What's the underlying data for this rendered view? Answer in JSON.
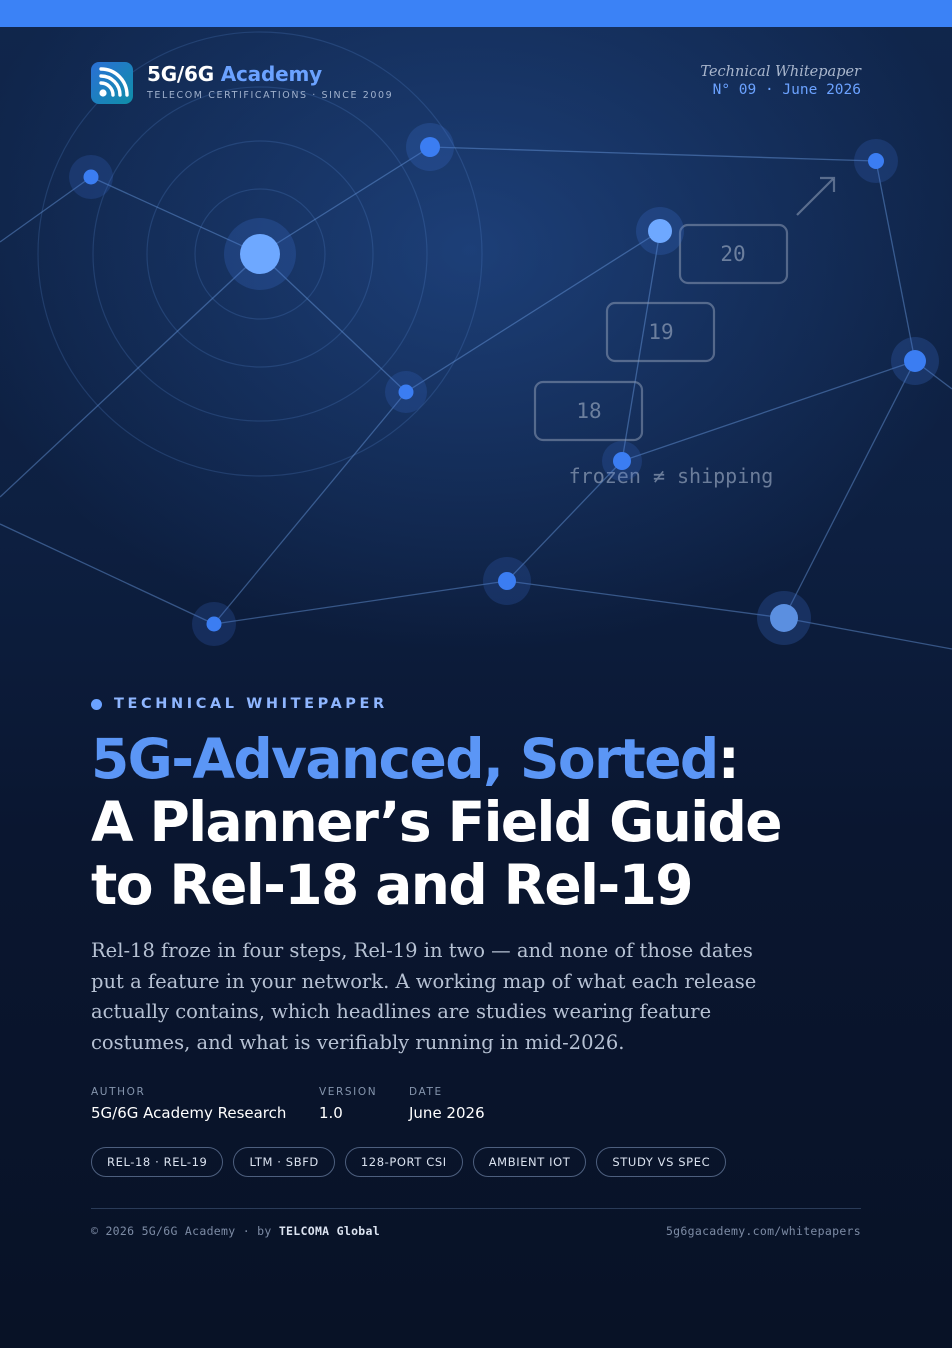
{
  "brand": {
    "name_main": "5G/6G ",
    "name_accent": "Academy",
    "tagline": "TELECOM CERTIFICATIONS · SINCE 2009",
    "logo_icon": "wifi-signal-icon"
  },
  "issue": {
    "kind": "Technical Whitepaper",
    "number": "N° 09 · June 2026"
  },
  "graphic": {
    "release_boxes": [
      "18",
      "19",
      "20"
    ],
    "caption": "frozen ≠ shipping"
  },
  "kicker": "TECHNICAL WHITEPAPER",
  "title": {
    "highlight": "5G-Advanced, Sorted",
    "colon": ":",
    "line2": "A Planner’s Field Guide",
    "line3": "to Rel-18 and Rel-19"
  },
  "lede": "Rel-18 froze in four steps, Rel-19 in two — and none of those dates put a feature in your network. A working map of what each release actually contains, which headlines are studies wearing feature costumes, and what is verifiably running in mid-2026.",
  "meta": {
    "author": {
      "label": "AUTHOR",
      "value": "5G/6G Academy Research"
    },
    "version": {
      "label": "VERSION",
      "value": "1.0"
    },
    "date": {
      "label": "DATE",
      "value": "June 2026"
    }
  },
  "tags": [
    "REL-18 · REL-19",
    "LTM · SBFD",
    "128-PORT CSI",
    "AMBIENT IOT",
    "STUDY VS SPEC"
  ],
  "footer": {
    "copyright": "© 2026 5G/6G Academy · by ",
    "publisher": "TELCOMA Global",
    "url": "5g6gacademy.com/whitepapers"
  },
  "colors": {
    "accent": "#3b82f6",
    "highlight": "#5b96f6",
    "background": "#0b1730"
  }
}
